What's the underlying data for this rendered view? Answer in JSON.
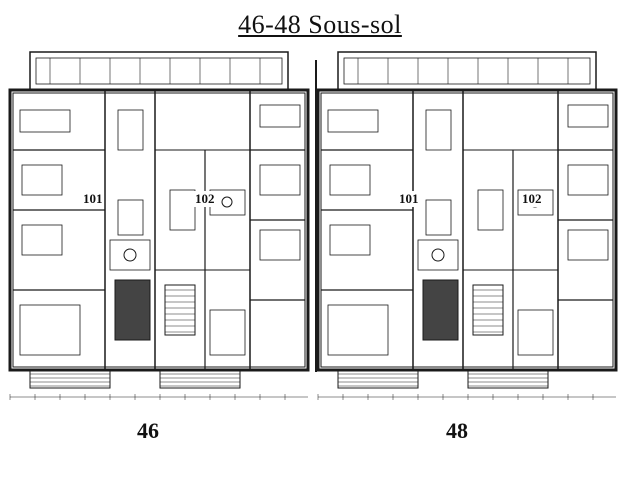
{
  "title": "46-48 Sous-sol",
  "buildings": [
    {
      "label": "46",
      "units": [
        "101",
        "102"
      ]
    },
    {
      "label": "48",
      "units": [
        "101",
        "102"
      ]
    }
  ],
  "colors": {
    "line": "#1a1a1a",
    "background": "#ffffff"
  }
}
